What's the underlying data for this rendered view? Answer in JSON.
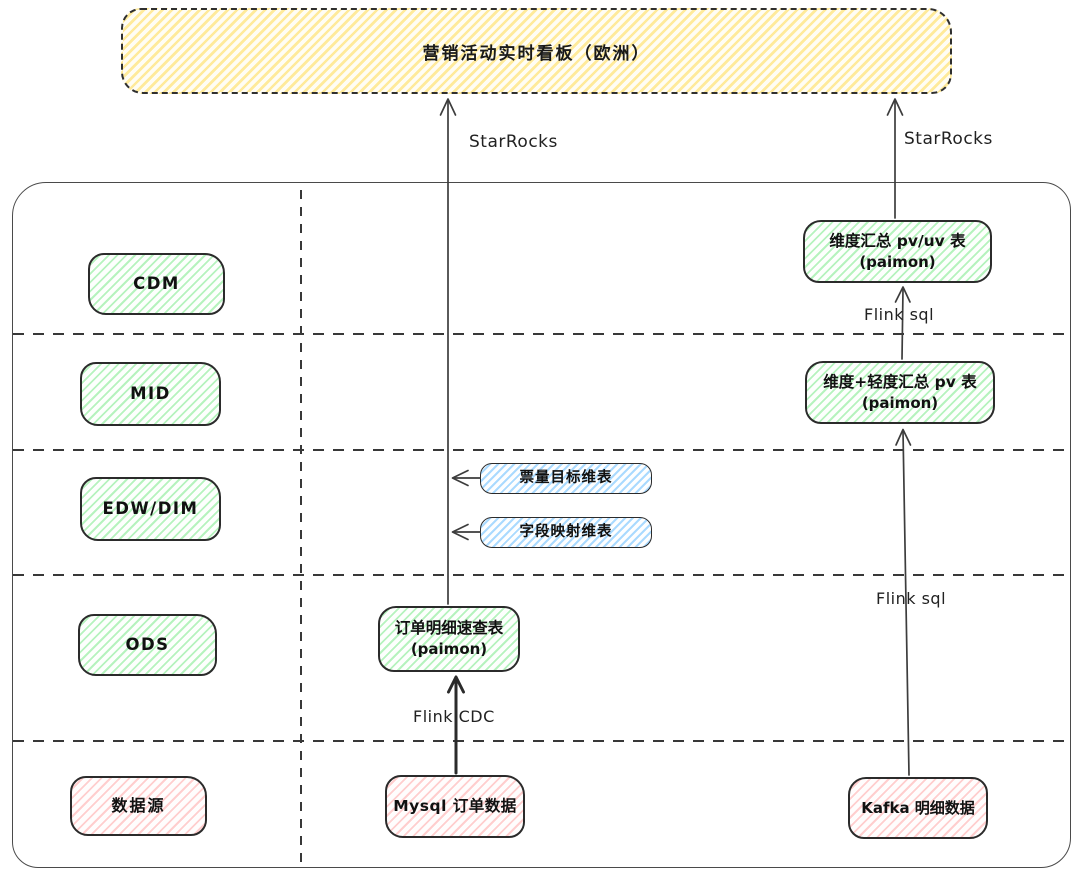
{
  "dashboard": {
    "label": "营销活动实时看板（欧洲）"
  },
  "layers": {
    "cdm": "CDM",
    "mid": "MID",
    "edw": "EDW/DIM",
    "ods": "ODS",
    "source": "数据源"
  },
  "nodes": {
    "dim_summary_pvuv": {
      "line1": "维度汇总 pv/uv 表",
      "line2": "(paimon)"
    },
    "dim_light_summary_pv": {
      "line1": "维度+轻度汇总 pv 表",
      "line2": "(paimon)"
    },
    "ticket_target_dim": {
      "label": "票量目标维表"
    },
    "field_mapping_dim": {
      "label": "字段映射维表"
    },
    "order_detail_lookup": {
      "line1": "订单明细速查表",
      "line2": "(paimon)"
    },
    "mysql_order": {
      "label": "Mysql 订单数据"
    },
    "kafka_detail": {
      "label": "Kafka 明细数据"
    }
  },
  "edge_labels": {
    "starrocks_left": "StarRocks",
    "starrocks_right": "StarRocks",
    "flink_sql_upper": "Flink sql",
    "flink_sql_lower": "Flink sql",
    "flink_cdc": "Flink CDC"
  },
  "colors": {
    "yellow_fill": "#ffec99",
    "green_fill": "#b2f2bb",
    "red_fill": "#ffc9c9",
    "blue_fill": "#a5d8ff",
    "stroke": "#2b2b2b"
  }
}
